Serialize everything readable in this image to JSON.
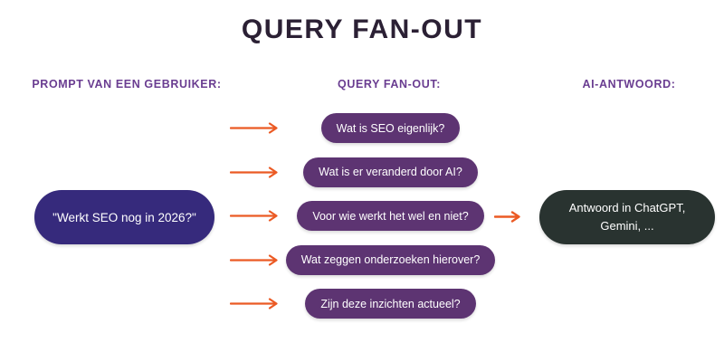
{
  "title": "QUERY FAN-OUT",
  "columns": {
    "prompt": {
      "header": "PROMPT VAN EEN GEBRUIKER:",
      "pill": "\"Werkt SEO nog in 2026?\""
    },
    "fanout": {
      "header": "QUERY FAN-OUT:",
      "pills": [
        "Wat is SEO eigenlijk?",
        "Wat is er veranderd door AI?",
        "Voor wie werkt het wel en niet?",
        "Wat zeggen onderzoeken hierover?",
        "Zijn deze inzichten actueel?"
      ]
    },
    "answer": {
      "header": "AI-ANTWOORD:",
      "pill_lines": [
        "Antwoord in ChatGPT,",
        "Gemini, ..."
      ]
    }
  },
  "icons": {
    "arrow": "arrow-right-icon"
  },
  "colors": {
    "background": "#ffffff",
    "title_text": "#2b2034",
    "header_text": "#6a3d91",
    "arrow": "#eb5a24",
    "prompt_pill_bg": "#362a7c",
    "fanout_pill_bg": "#5d3472",
    "answer_pill_bg": "#293330",
    "pill_text": "#ffffff"
  }
}
